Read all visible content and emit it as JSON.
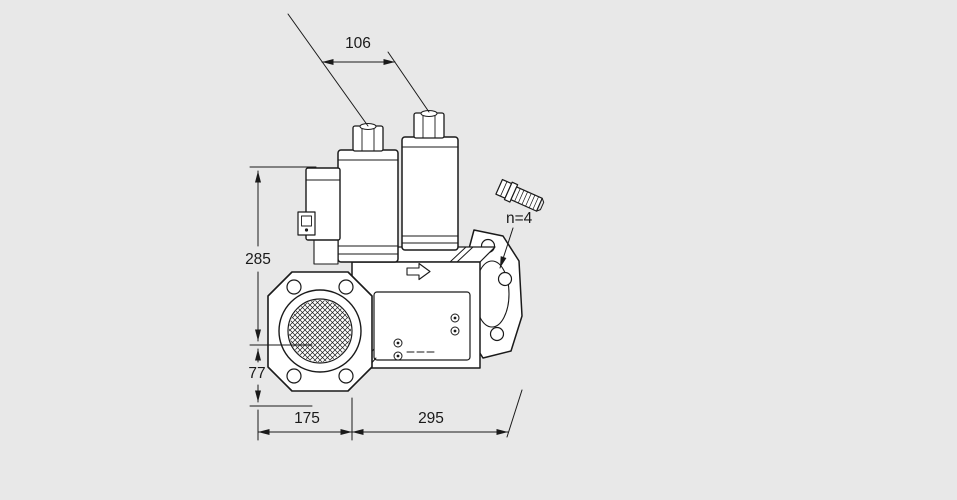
{
  "colors": {
    "background": "#e8e8e8",
    "ink": "#1a1a1a",
    "paper": "#ffffff"
  },
  "labels": {
    "dim_106": "106",
    "dim_285": "285",
    "dim_77": "77",
    "dim_175": "175",
    "dim_295": "295",
    "bolt_note": "n=4"
  }
}
